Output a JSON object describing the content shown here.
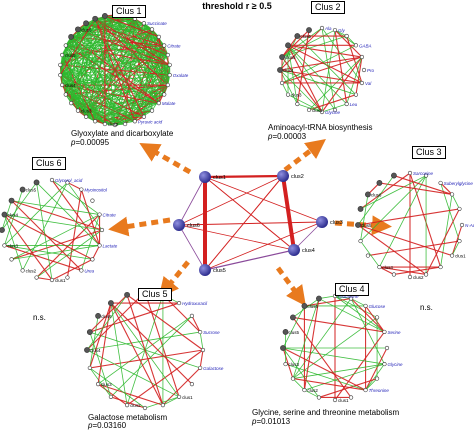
{
  "header": {
    "threshold_label": "threshold r ≥ 0.5"
  },
  "colors": {
    "positive_edge": "#2eb82e",
    "negative_edge": "#d32020",
    "arrow": "#e87a1e",
    "hub_node": "#2e2e8f",
    "member_label": "#1a1ab5",
    "background": "#ffffff"
  },
  "hub": {
    "nodes": [
      {
        "id": "hub1",
        "label": "clus1"
      },
      {
        "id": "hub2",
        "label": "clus2"
      },
      {
        "id": "hub6",
        "label": "clus6"
      },
      {
        "id": "hub3",
        "label": "clus3"
      },
      {
        "id": "hub5",
        "label": "clus5"
      },
      {
        "id": "hub4",
        "label": "clus4"
      }
    ]
  },
  "clusters": [
    {
      "id": "clus1",
      "title": "Clus 1",
      "pathway": "Glyoxylate and dicarboxylate",
      "pvalue_label": "p",
      "pvalue_text": "=0.00095",
      "metabolite_labels": [
        "Glycolic_acid",
        "Succinate",
        "Citrate",
        "Oxalate",
        "Malate",
        "Pyruvic acid",
        "clus2",
        "clus3",
        "clus4",
        "clus5",
        "clus6"
      ]
    },
    {
      "id": "clus2",
      "title": "Clus 2",
      "pathway": "Aminoacyl-tRNA biosynthesis",
      "pvalue_label": "p",
      "pvalue_text": "=0.00003",
      "metabolite_labels": [
        "Ala",
        "Gly",
        "GABA",
        "Pro",
        "Val",
        "Leu",
        "Glycine",
        "clus1",
        "clus3",
        "clus4",
        "clus5",
        "clus6"
      ]
    },
    {
      "id": "clus3",
      "title": "Clus 3",
      "pathway": "",
      "pvalue_label": "",
      "pvalue_text": "n.s.",
      "metabolite_labels": [
        "Sarcosine",
        "Suberylglycine",
        "N-Acetylglutamate",
        "clus1",
        "clus2",
        "clus4",
        "clus5",
        "clus6"
      ]
    },
    {
      "id": "clus4",
      "title": "Clus 4",
      "pathway": "Glycine, serine and threonine metabolism",
      "pvalue_label": "p",
      "pvalue_text": "=0.01013",
      "metabolite_labels": [
        "Glutamine",
        "Glucose",
        "Serine",
        "Glycine",
        "Threonine",
        "clus1",
        "clus2",
        "clus3",
        "clus5",
        "clus6"
      ]
    },
    {
      "id": "clus5",
      "title": "Clus 5",
      "pathway": "Galactose metabolism",
      "pvalue_label": "p",
      "pvalue_text": "=0.03160",
      "metabolite_labels": [
        "Galactitol",
        "Hydroxuracil",
        "Sucrose",
        "Galactose",
        "clus1",
        "clus2",
        "clus3",
        "clus4",
        "clus6"
      ]
    },
    {
      "id": "clus6",
      "title": "Clus 6",
      "pathway": "",
      "pvalue_label": "",
      "pvalue_text": "n.s.",
      "metabolite_labels": [
        "Glycerol_acid",
        "Myoinositol",
        "Citrate",
        "Lactate",
        "Urea",
        "clus1",
        "clus2",
        "clus3",
        "clus4",
        "clus5"
      ]
    }
  ]
}
